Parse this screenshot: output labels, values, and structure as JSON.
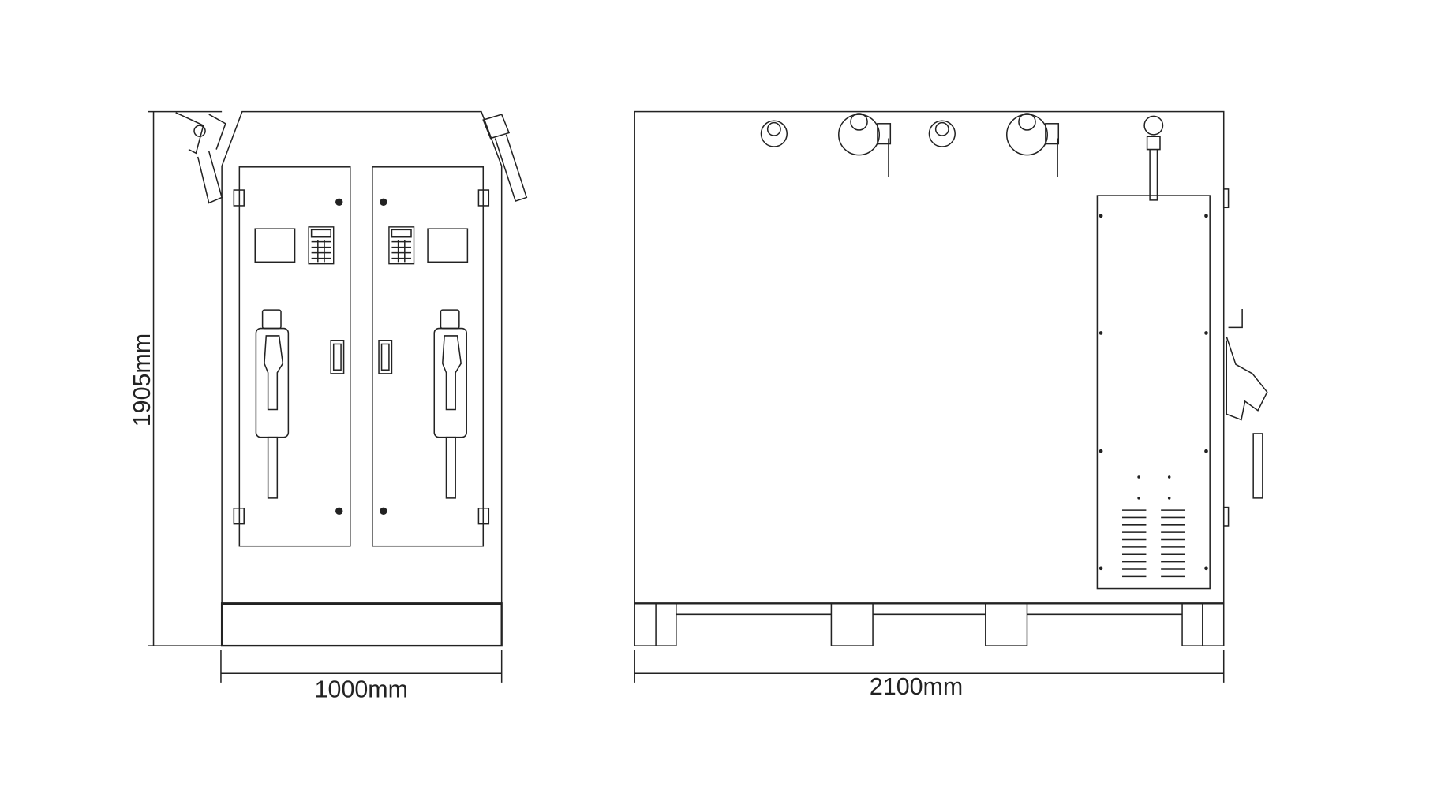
{
  "drawing": {
    "front_view": {
      "width_label": "1000mm",
      "height_label": "1905mm"
    },
    "side_view": {
      "length_label": "2100mm"
    },
    "line_color": "#222222",
    "background": "#ffffff"
  }
}
